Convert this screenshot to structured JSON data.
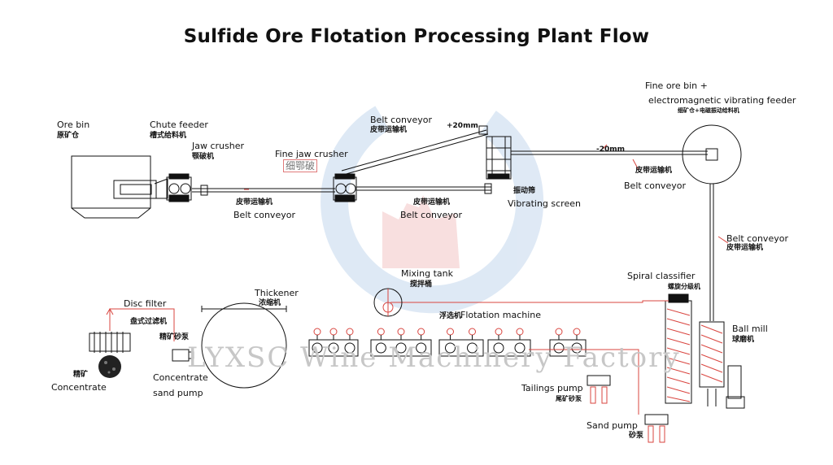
{
  "title": "Sulfide Ore Flotation Processing Plant Flow",
  "watermark": "LYXSC Wine Machinery Factory",
  "labels": {
    "ore_bin_en": "Ore bin",
    "ore_bin_cn": "原矿仓",
    "chute_feeder_en": "Chute feeder",
    "chute_feeder_cn": "槽式给料机",
    "jaw_crusher_en": "Jaw crusher",
    "jaw_crusher_cn": "颚破机",
    "fine_jaw_crusher_en": "Fine jaw crusher",
    "fine_jaw_crusher_cn": "细鄂破",
    "belt1_cn": "皮带运输机",
    "belt1_en": "Belt conveyor",
    "belt2_cn": "皮带运输机",
    "belt2_en": "Belt conveyor",
    "belt3_en": "Belt conveyor",
    "belt3_cn": "皮带运输机",
    "plus20": "+20mm",
    "minus20": "-20mm",
    "vibrating_screen_cn": "振动筛",
    "vibrating_screen_en": "Vibrating screen",
    "belt4_cn": "皮带运输机",
    "belt4_en": "Belt conveyor",
    "fine_ore_bin_en1": "Fine ore bin +",
    "fine_ore_bin_en2": "electromagnetic vibrating feeder",
    "fine_ore_bin_cn": "细矿仓+电磁振动给料机",
    "belt5_en": "Belt conveyor",
    "belt5_cn": "皮带运输机",
    "spiral_classifier_en": "Spiral classifier",
    "spiral_classifier_cn": "螺旋分级机",
    "ball_mill_en": "Ball mill",
    "ball_mill_cn": "球磨机",
    "mixing_tank_en": "Mixing tank",
    "mixing_tank_cn": "搅拌桶",
    "flotation_cn": "浮选机",
    "flotation_en": "Flotation machine",
    "thickener_en": "Thickener",
    "thickener_cn": "浓缩机",
    "disc_filter_en": "Disc filter",
    "disc_filter_cn": "盘式过滤机",
    "conc_pump_cn": "精矿砂泵",
    "conc_pump_en1": "Concentrate",
    "conc_pump_en2": "sand pump",
    "concentrate_cn": "精矿",
    "concentrate_en": "Concentrate",
    "tailings_pump_en": "Tailings pump",
    "tailings_pump_cn": "尾矿砂泵",
    "sand_pump_en": "Sand pump",
    "sand_pump_cn": "砂泵"
  },
  "colors": {
    "line": "#111111",
    "flow_red": "#d9453f",
    "logo_blue": "#cfe0f2",
    "logo_red": "#f4cccc"
  }
}
